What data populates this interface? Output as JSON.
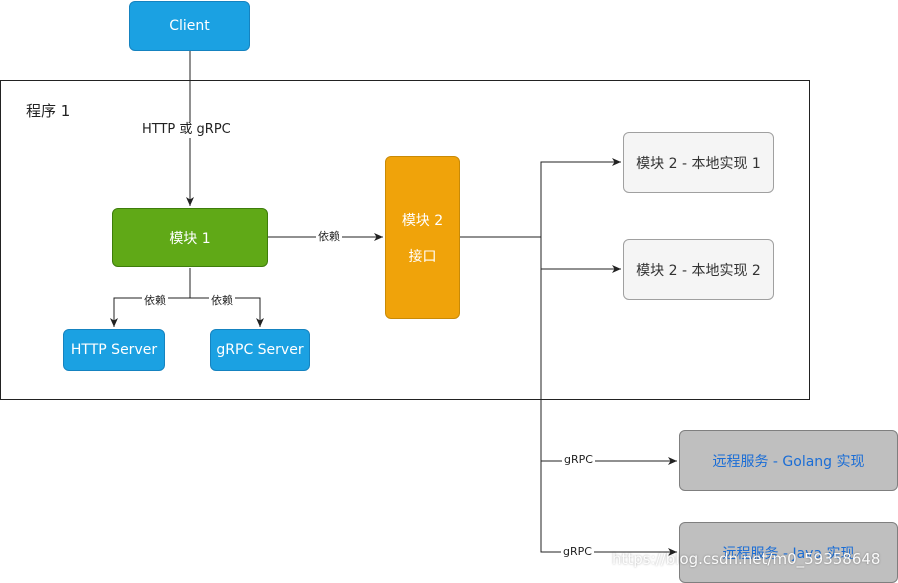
{
  "program": {
    "label": "程序 1"
  },
  "nodes": {
    "client": "Client",
    "module1": "模块 1",
    "module2_title": "模块 2",
    "module2_subtitle": "接口",
    "http_server": "HTTP Server",
    "grpc_server": "gRPC Server",
    "impl1": "模块 2 - 本地实现 1",
    "impl2": "模块 2 - 本地实现 2",
    "remote_go": "远程服务 - Golang 实现",
    "remote_other": "远程服务 - Java 实现"
  },
  "edges": {
    "client_to_module1": "HTTP 或 gRPC",
    "module1_to_module2": "依赖",
    "module1_to_http": "依赖",
    "module1_to_grpc": "依赖",
    "to_remote_go": "gRPC",
    "to_remote_other": "gRPC"
  },
  "watermark": "https://blog.csdn.net/m0_59358648"
}
